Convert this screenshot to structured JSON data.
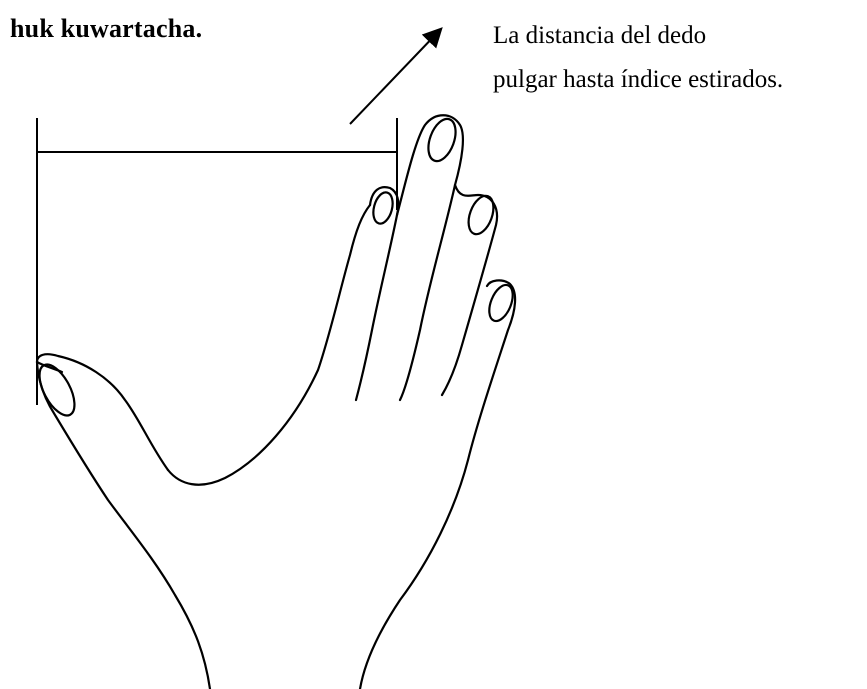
{
  "term": "huk kuwartacha.",
  "caption": {
    "line1": "La distancia del dedo",
    "line2": "pulgar hasta índice estirados."
  },
  "illustration": {
    "subject": "hand-outline",
    "line_color": "#000000"
  }
}
